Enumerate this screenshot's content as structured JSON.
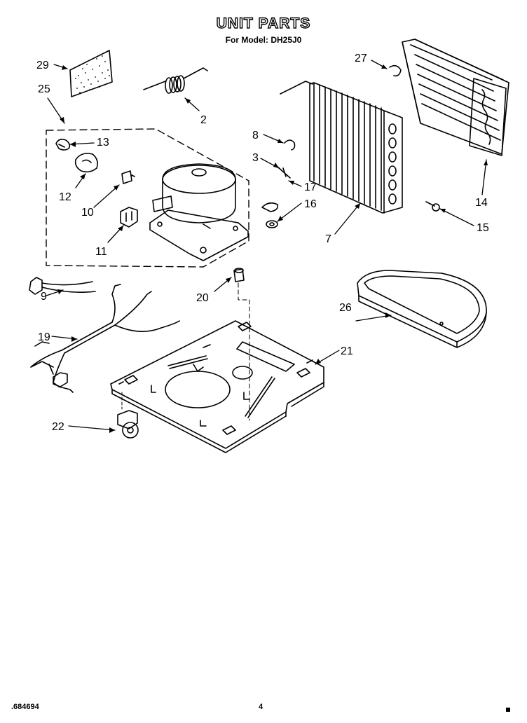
{
  "header": {
    "title": "UNIT PARTS",
    "subtitle": "For Model: DH25J0"
  },
  "footer": {
    "doc_number": ".684694",
    "page_number": "4"
  },
  "callouts": [
    {
      "id": "29",
      "part": "filter"
    },
    {
      "id": "25",
      "part": "compressor-assembly"
    },
    {
      "id": "2",
      "part": "coil-spring"
    },
    {
      "id": "27",
      "part": "clip"
    },
    {
      "id": "13",
      "part": "clip"
    },
    {
      "id": "8",
      "part": "clip"
    },
    {
      "id": "12",
      "part": "cover"
    },
    {
      "id": "3",
      "part": "screw"
    },
    {
      "id": "17",
      "part": "clip"
    },
    {
      "id": "10",
      "part": "relay"
    },
    {
      "id": "16",
      "part": "grommet"
    },
    {
      "id": "11",
      "part": "overload"
    },
    {
      "id": "7",
      "part": "condenser"
    },
    {
      "id": "14",
      "part": "evaporator"
    },
    {
      "id": "15",
      "part": "screw"
    },
    {
      "id": "20",
      "part": "grommet"
    },
    {
      "id": "9",
      "part": "power-cord"
    },
    {
      "id": "19",
      "part": "wire-harness"
    },
    {
      "id": "26",
      "part": "drain-pan"
    },
    {
      "id": "21",
      "part": "base-plate"
    },
    {
      "id": "22",
      "part": "caster"
    }
  ]
}
